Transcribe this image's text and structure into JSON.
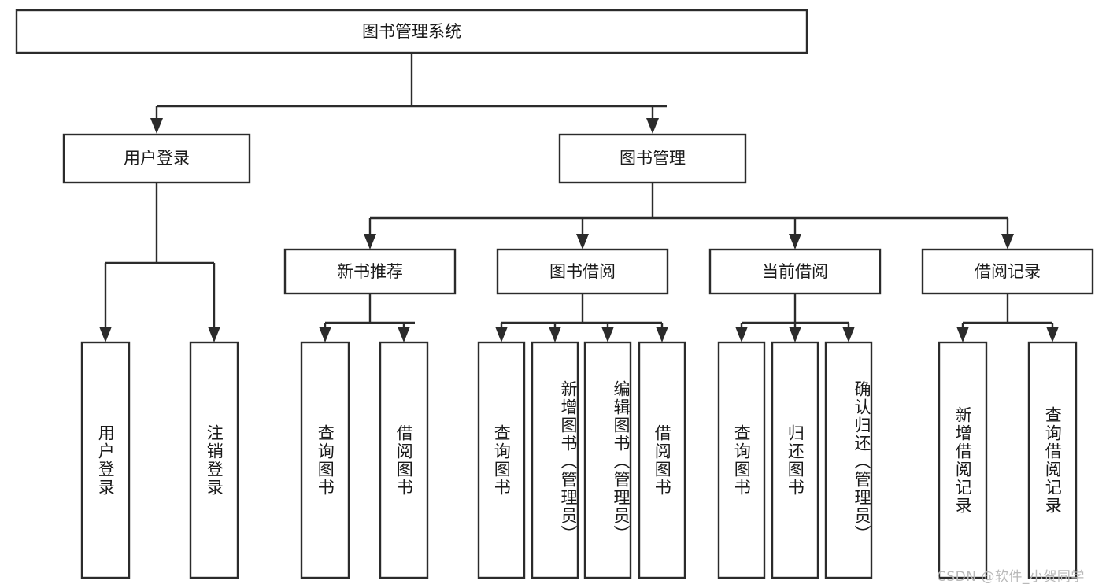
{
  "diagram": {
    "title": "图书管理系统",
    "type": "tree-hierarchy-diagram",
    "root": {
      "label": "图书管理系统"
    },
    "level1": [
      {
        "label": "用户登录"
      },
      {
        "label": "图书管理"
      }
    ],
    "level2": [
      {
        "label": "新书推荐"
      },
      {
        "label": "图书借阅"
      },
      {
        "label": "当前借阅"
      },
      {
        "label": "借阅记录"
      }
    ],
    "leaves": {
      "user_login": [
        {
          "label": "用户登录"
        },
        {
          "label": "注销登录"
        }
      ],
      "new_book_recommend": [
        {
          "label": "查询图书"
        },
        {
          "label": "借阅图书"
        }
      ],
      "book_borrow": [
        {
          "label": "查询图书"
        },
        {
          "label": "新增图书（管理员）"
        },
        {
          "label": "编辑图书（管理员）"
        },
        {
          "label": "借阅图书"
        }
      ],
      "current_borrow": [
        {
          "label": "查询图书"
        },
        {
          "label": "归还图书"
        },
        {
          "label": "确认归还（管理员）"
        }
      ],
      "borrow_record": [
        {
          "label": "新增借阅记录"
        },
        {
          "label": "查询借阅记录"
        }
      ]
    },
    "watermark": "CSDN @软件_小贺同学",
    "colors": {
      "stroke": "#2b2b2b",
      "fill": "#ffffff",
      "text": "#1a1a1a",
      "watermark": "#b9b9b9",
      "background": "#ffffff"
    }
  }
}
